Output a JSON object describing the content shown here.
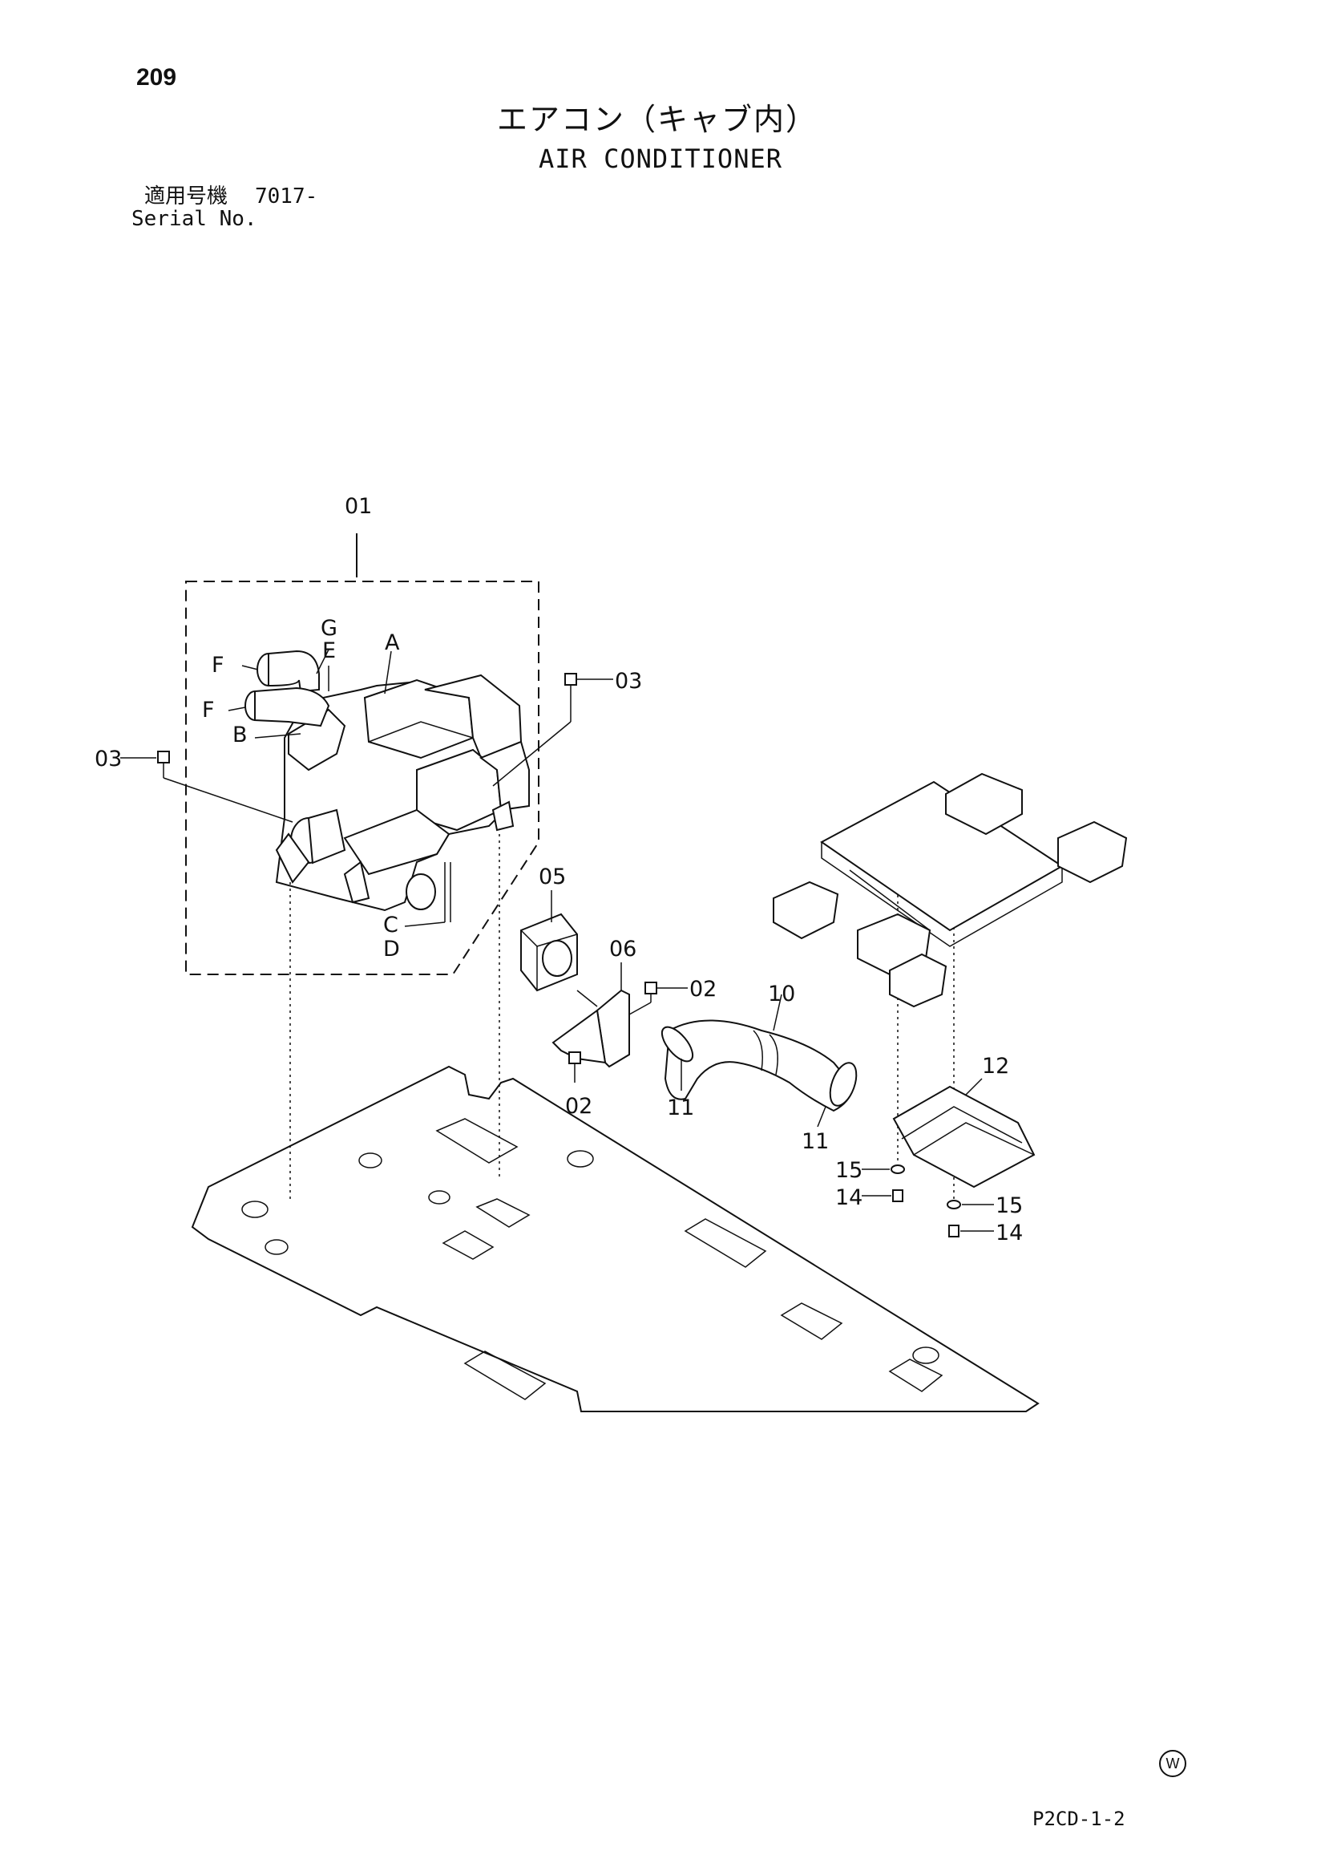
{
  "header": {
    "page_number": "209",
    "title_jp": "エアコン（キャブ内）",
    "title_en": "AIR CONDITIONER",
    "serial_label_jp": "適用号機",
    "serial_value": "7017-",
    "serial_label_en": "Serial No."
  },
  "callouts": {
    "part_01": "01",
    "ref_G": "G",
    "ref_E": "E",
    "ref_A": "A",
    "ref_F_upper": "F",
    "ref_F_lower": "F",
    "ref_B": "B",
    "ref_C": "C",
    "ref_D": "D",
    "part_03_right": "03",
    "part_03_left": "03",
    "part_05": "05",
    "part_06": "06",
    "part_02_right": "02",
    "part_02_lower": "02",
    "part_10": "10",
    "part_11_left": "11",
    "part_11_right": "11",
    "part_12": "12",
    "part_15_left": "15",
    "part_14_left": "14",
    "part_15_right": "15",
    "part_14_right": "14"
  },
  "footer": {
    "mark": "W",
    "doc_code": "P2CD-1-2"
  }
}
